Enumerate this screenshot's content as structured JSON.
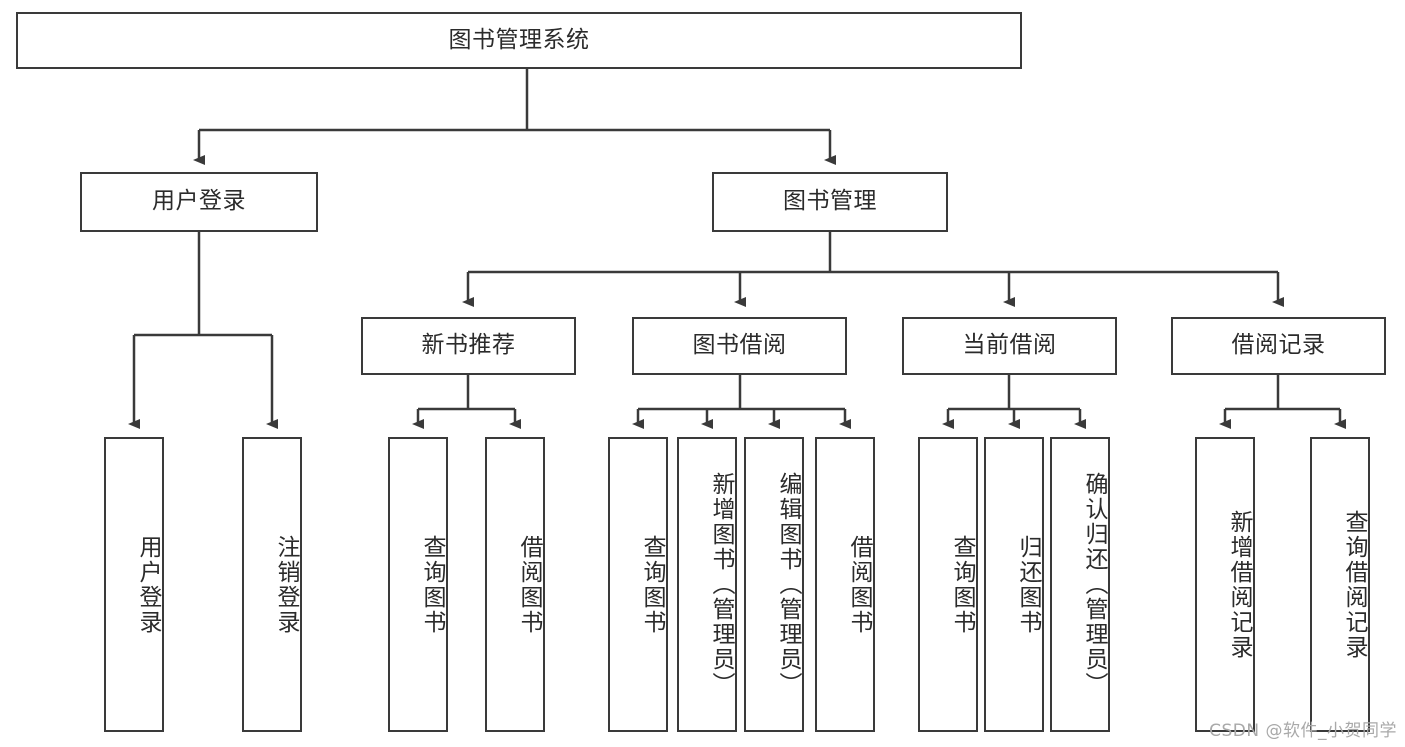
{
  "diagram": {
    "title_node": {
      "label": "图书管理系统"
    },
    "level2": [
      {
        "label": "用户登录"
      },
      {
        "label": "图书管理"
      }
    ],
    "level3": [
      {
        "label": "新书推荐"
      },
      {
        "label": "图书借阅"
      },
      {
        "label": "当前借阅"
      },
      {
        "label": "借阅记录"
      }
    ],
    "leaves": [
      {
        "label": "用户登录"
      },
      {
        "label": "注销登录"
      },
      {
        "label": "查询图书"
      },
      {
        "label": "借阅图书"
      },
      {
        "label": "查询图书"
      },
      {
        "label": "新增图书（管理员）"
      },
      {
        "label": "编辑图书（管理员）"
      },
      {
        "label": "借阅图书"
      },
      {
        "label": "查询图书"
      },
      {
        "label": "归还图书"
      },
      {
        "label": "确认归还（管理员）"
      },
      {
        "label": "新增借阅记录"
      },
      {
        "label": "查询借阅记录"
      }
    ],
    "watermark": "CSDN @软件_小贺同学",
    "colors": {
      "stroke": "#3a3a3a",
      "background": "#ffffff",
      "text": "#2b2b2b",
      "watermark": "#a9a9a9"
    }
  }
}
